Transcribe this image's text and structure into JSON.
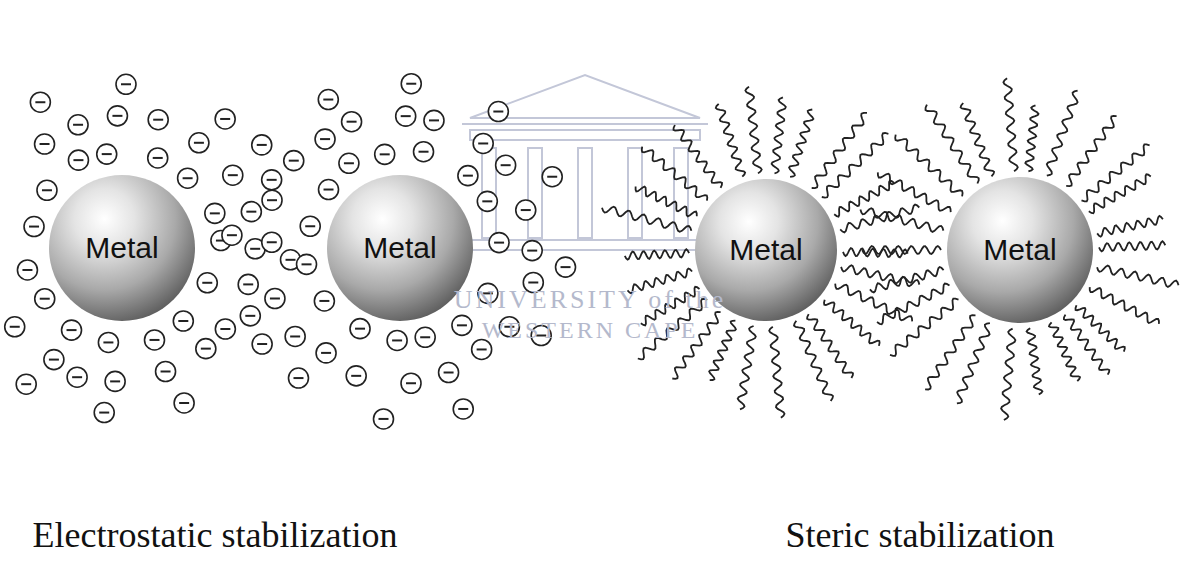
{
  "diagram": {
    "nodes": [
      {
        "text": [
          "Metal"
        ]
      },
      {
        "text": [
          "Metal"
        ]
      },
      {
        "text": [
          "Metal"
        ]
      },
      {
        "text": [
          "Metal"
        ]
      }
    ],
    "labels": [
      "UNIVERSITY of the",
      "WESTERN CAPE",
      "Electrostatic stabilization",
      "Steric stabilization"
    ]
  }
}
